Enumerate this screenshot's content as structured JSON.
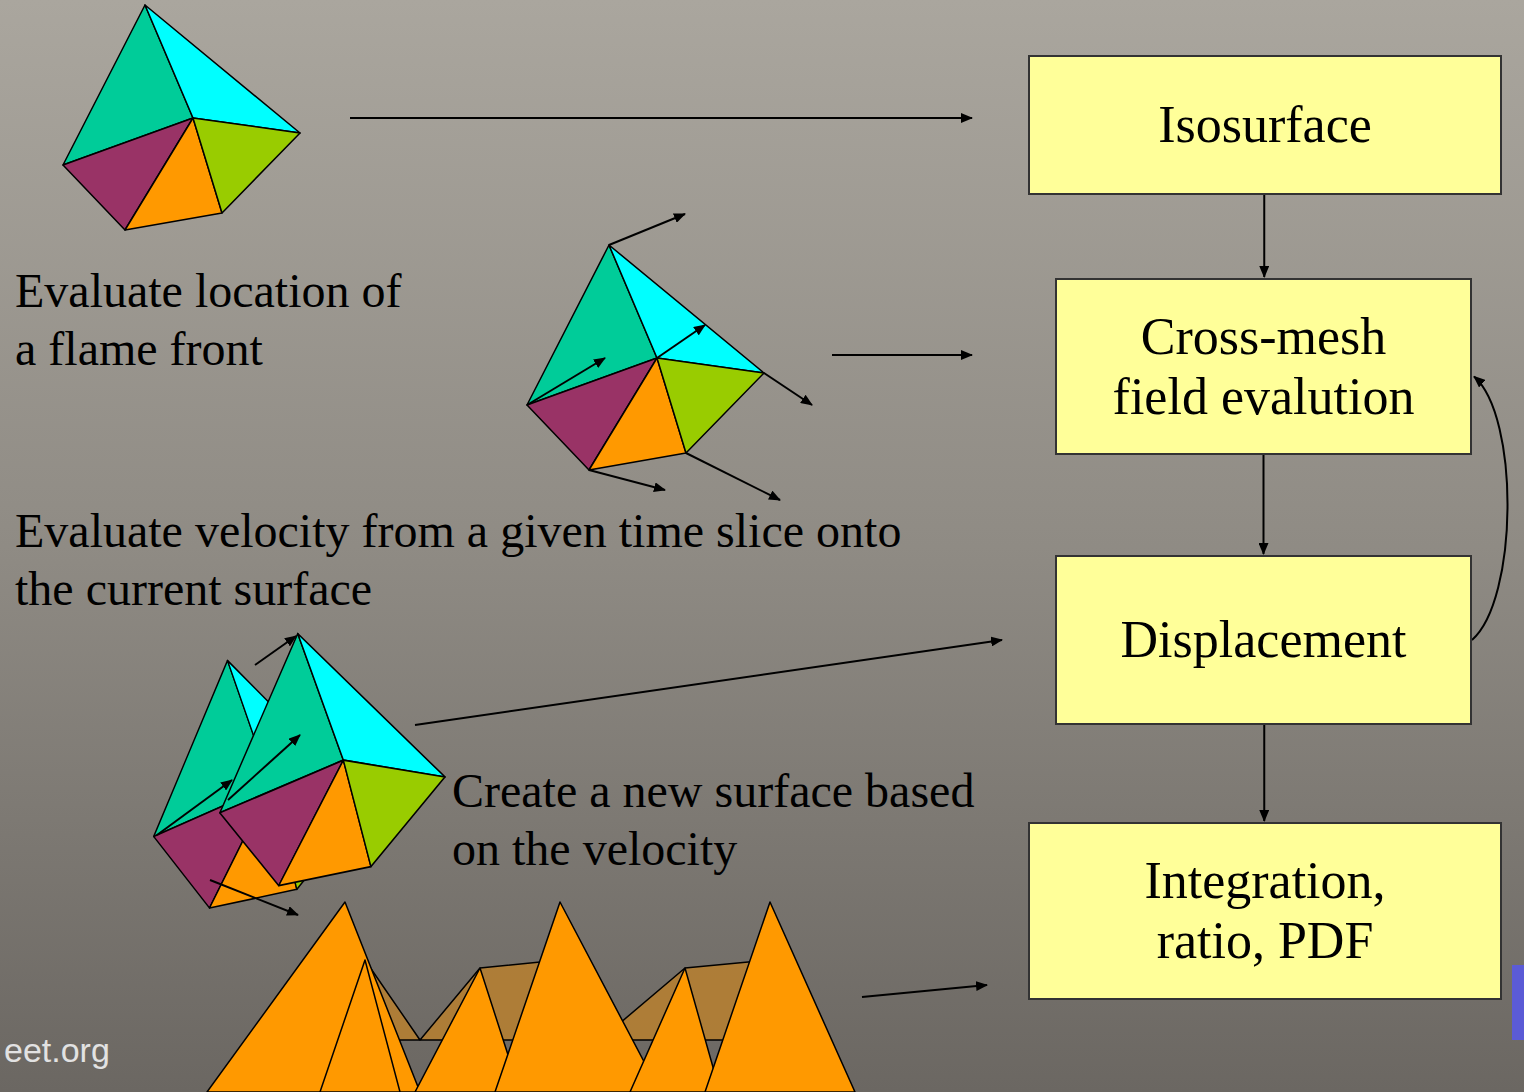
{
  "diagram": {
    "nodes": [
      {
        "text": [
          "Isosurface"
        ]
      },
      {
        "text": [
          "Cross-mesh field evalution"
        ]
      },
      {
        "text": [
          "Displacement"
        ]
      },
      {
        "text": [
          "Integration, ratio, PDF"
        ]
      }
    ],
    "edges": [
      {
        "from": 0,
        "to": 1,
        "arrow": "to"
      },
      {
        "from": 1,
        "to": 2,
        "arrow": "to"
      },
      {
        "from": 2,
        "to": 1,
        "arrow": "to"
      },
      {
        "from": 2,
        "to": 3,
        "arrow": "to"
      }
    ],
    "labels": [
      "Evaluate location of a flame front",
      "Evaluate velocity from a given time slice onto the current surface",
      "Create a new surface based on the velocity",
      "eet.org"
    ]
  }
}
